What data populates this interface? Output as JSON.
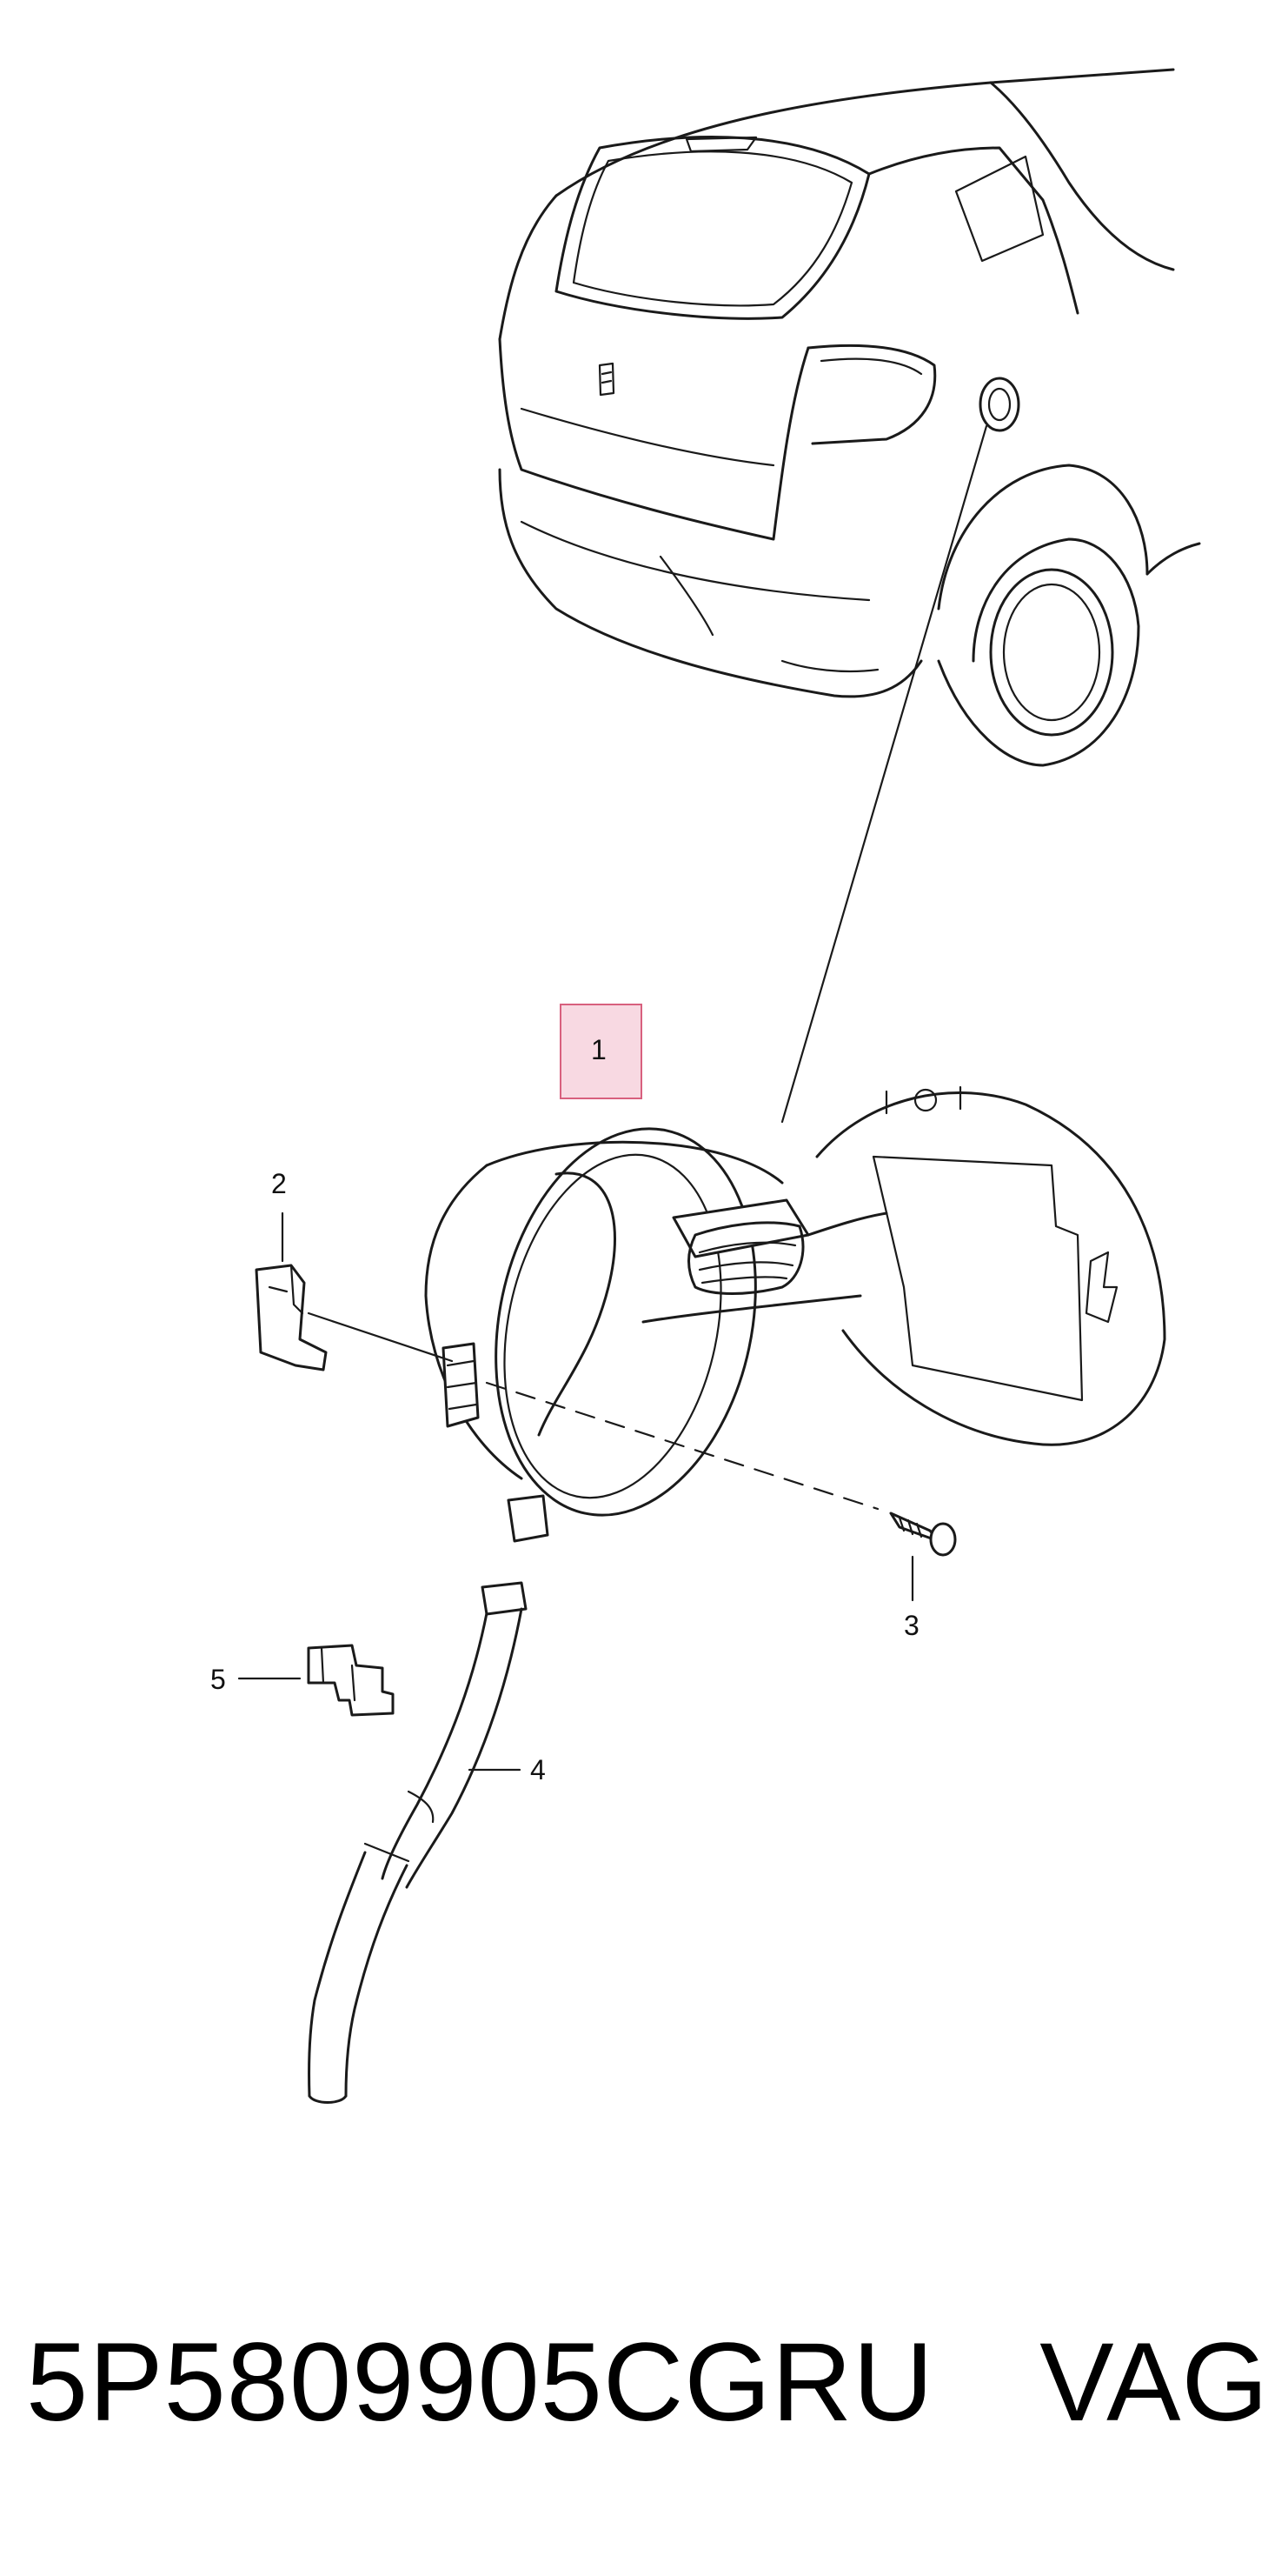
{
  "diagram": {
    "callouts": [
      {
        "id": "1",
        "label": "1"
      },
      {
        "id": "2",
        "label": "2"
      },
      {
        "id": "3",
        "label": "3"
      },
      {
        "id": "4",
        "label": "4"
      },
      {
        "id": "5",
        "label": "5"
      }
    ],
    "highlighted_callout": "1",
    "highlight_color": "#f0aabe"
  },
  "caption": {
    "part_number": "5P5809905CGRU",
    "brand": "VAG"
  }
}
